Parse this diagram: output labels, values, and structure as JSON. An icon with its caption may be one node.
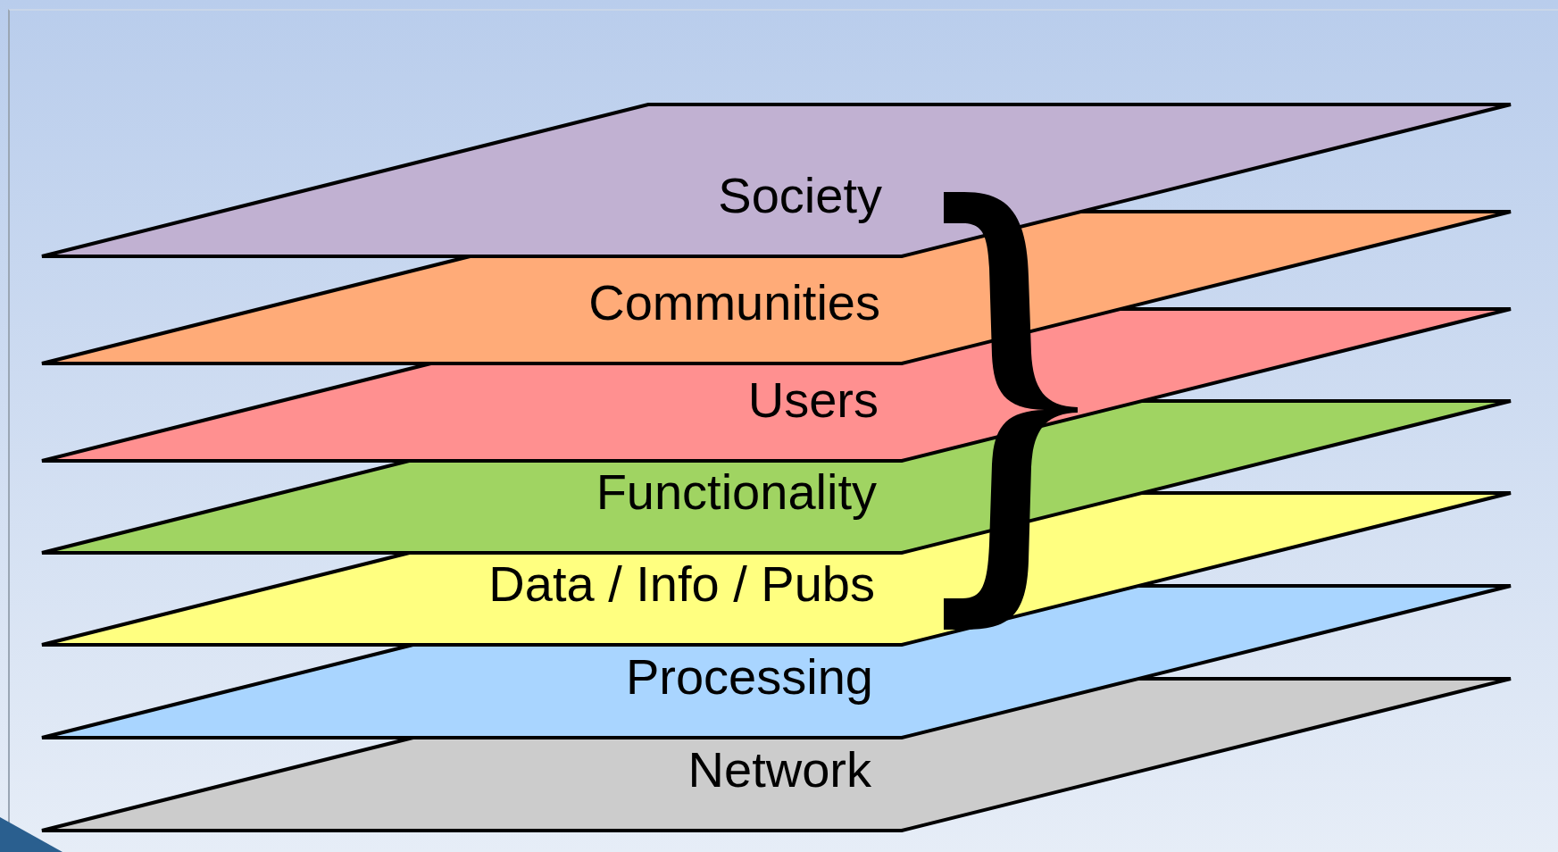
{
  "diagram": {
    "nodes": [
      {
        "text": [
          "Society"
        ]
      },
      {
        "text": [
          "Communities"
        ]
      },
      {
        "text": [
          "Users"
        ]
      },
      {
        "text": [
          "Functionality"
        ]
      },
      {
        "text": [
          "Data / Info / Pubs"
        ]
      },
      {
        "text": [
          "Processing"
        ]
      },
      {
        "text": [
          "Network"
        ]
      },
      {
        "text": [],
        "shape": "bracket"
      }
    ],
    "edges": []
  }
}
